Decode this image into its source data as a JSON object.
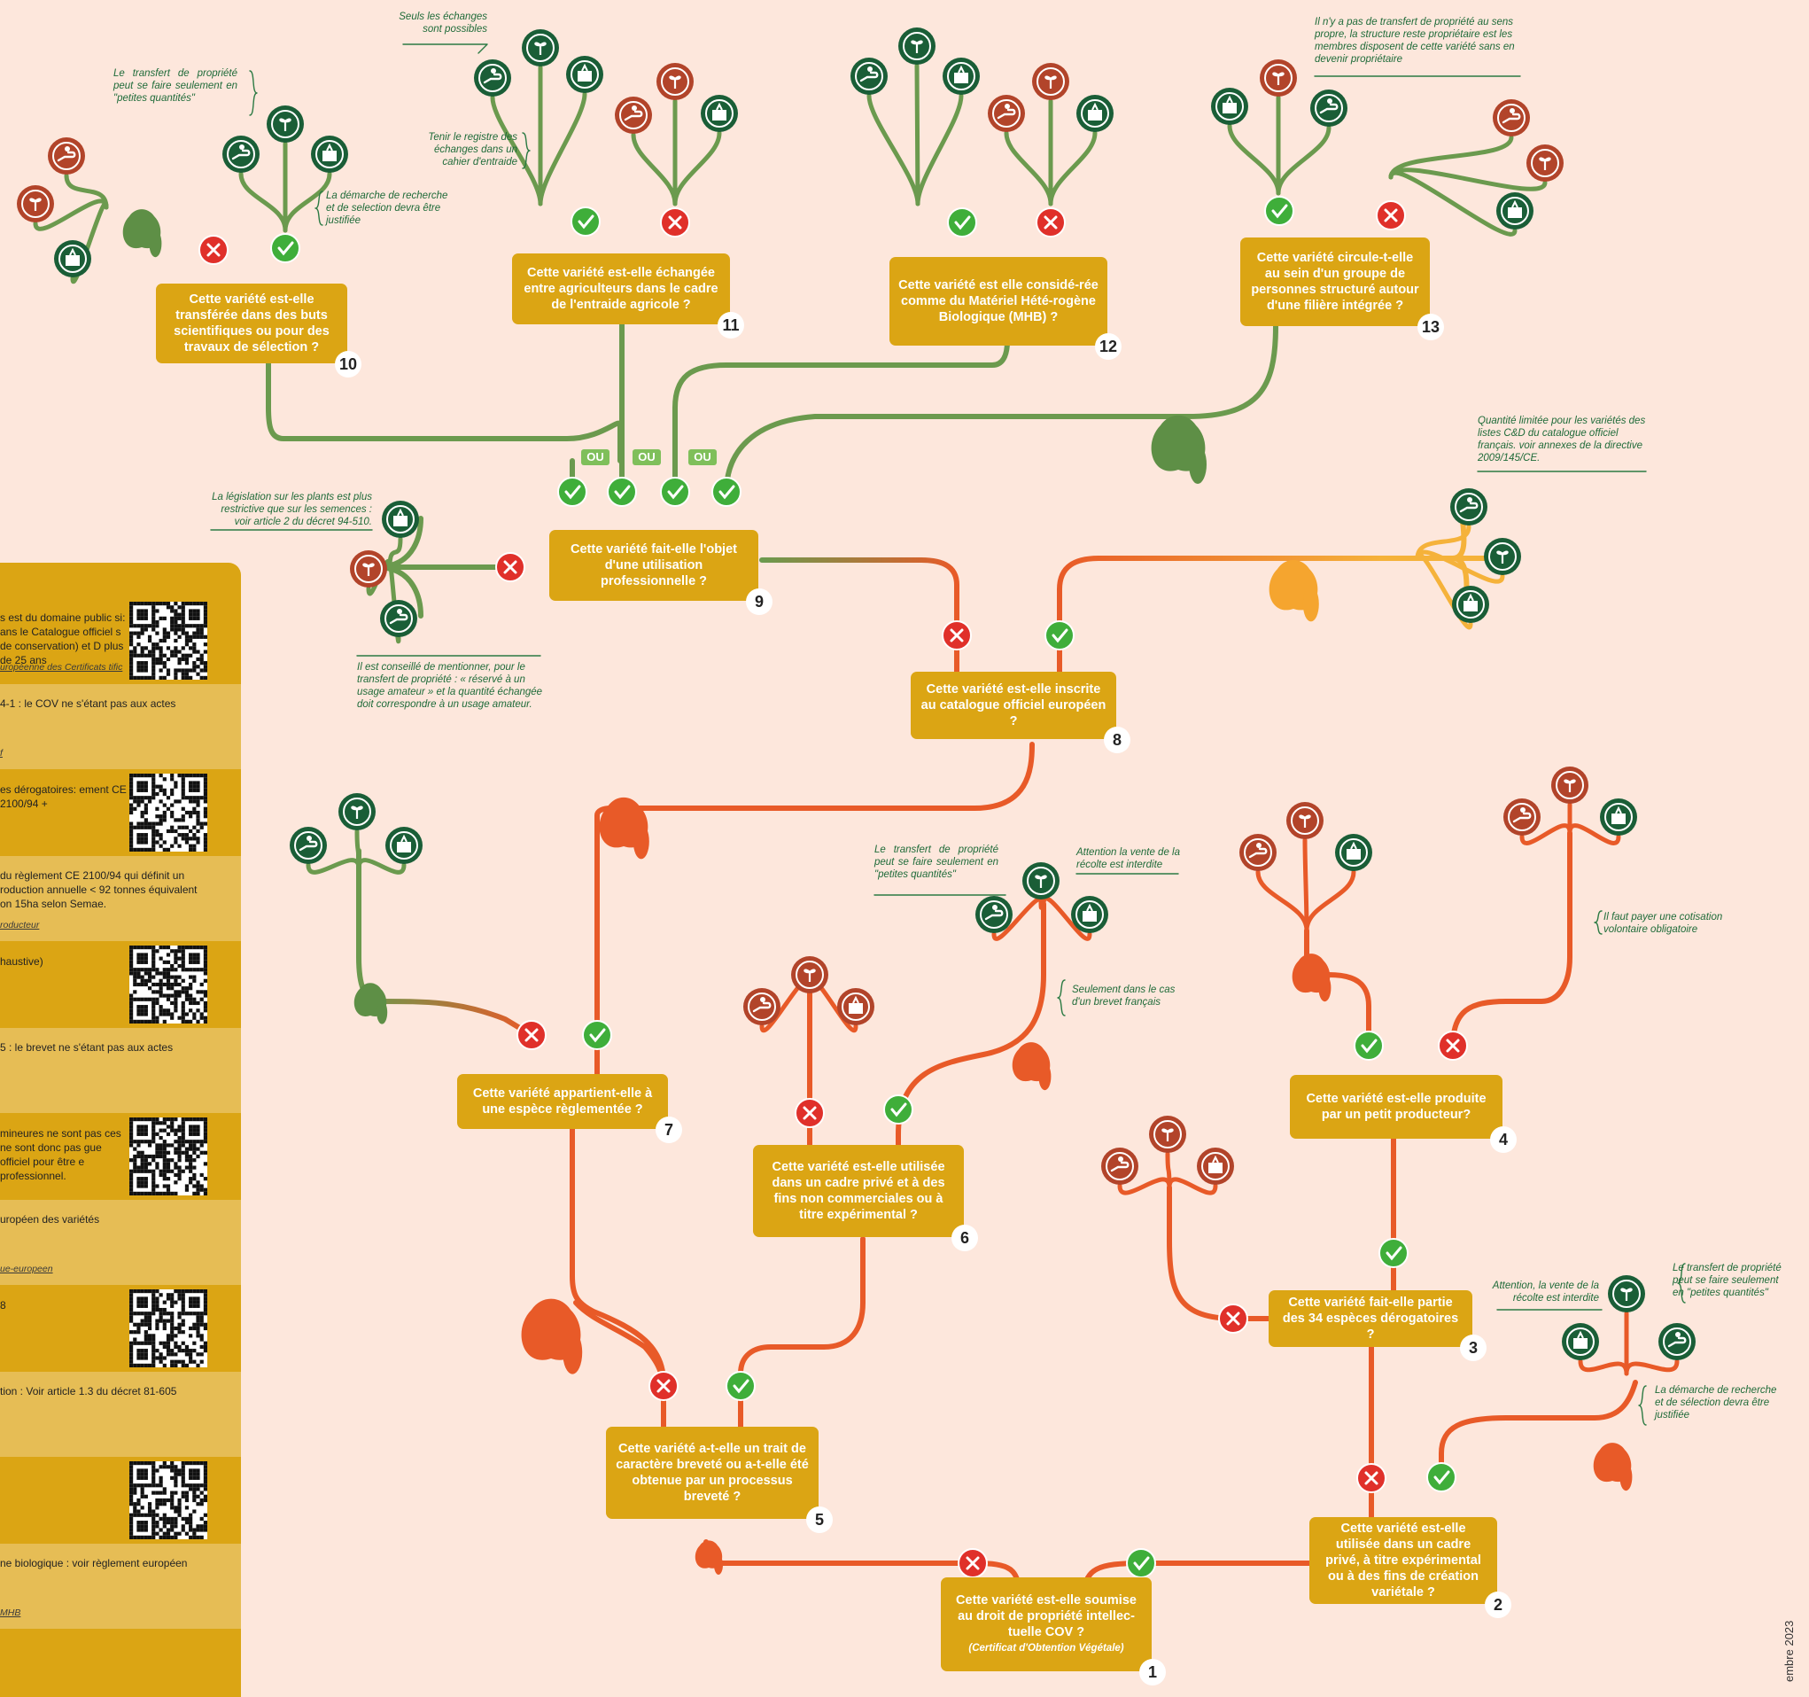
{
  "questions": [
    {
      "num": "1",
      "text": "Cette variété est-elle soumise au droit de propriété intellec-tuelle COV ?",
      "sub": "(Certificat d'Obtention Végétale)"
    },
    {
      "num": "2",
      "text": "Cette variété est-elle utilisée dans un cadre privé, à titre expérimental ou à des fins de création variétale ?",
      "sub": ""
    },
    {
      "num": "3",
      "text": "Cette variété fait-elle partie des 34 espèces dérogatoires ?",
      "sub": ""
    },
    {
      "num": "4",
      "text": "Cette variété est-elle produite par un petit producteur?",
      "sub": ""
    },
    {
      "num": "5",
      "text": "Cette variété a-t-elle un trait de caractère breveté ou a-t-elle été obtenue par un processus breveté ?",
      "sub": ""
    },
    {
      "num": "6",
      "text": "Cette variété est-elle utilisée dans un cadre privé et à des fins non commerciales ou à titre expérimental ?",
      "sub": ""
    },
    {
      "num": "7",
      "text": "Cette variété appartient-elle à une espèce règlementée ?",
      "sub": ""
    },
    {
      "num": "8",
      "text": "Cette variété est-elle inscrite au catalogue officiel européen ?",
      "sub": ""
    },
    {
      "num": "9",
      "text": "Cette variété fait-elle l'objet d'une utilisation professionnelle ?",
      "sub": ""
    },
    {
      "num": "10",
      "text": "Cette variété est-elle transférée dans des buts scientifiques ou pour des travaux de sélection ?",
      "sub": ""
    },
    {
      "num": "11",
      "text": "Cette variété est-elle échangée entre agriculteurs dans le cadre de l'entraide agricole ?",
      "sub": ""
    },
    {
      "num": "12",
      "text": "Cette variété est elle considé-rée comme du Matériel Hété-rogène Biologique (MHB) ?",
      "sub": ""
    },
    {
      "num": "13",
      "text": "Cette variété circule-t-elle au sein d'un groupe de personnes structuré autour d'une filière intégrée ?",
      "sub": ""
    }
  ],
  "ou_label": "OU",
  "notes": {
    "n1": "Seuls les échanges sont possibles",
    "n2": "Le transfert de propriété peut se faire seulement en \"petites quantités\"",
    "n3": "La démarche de recherche et de selection devra être justifiée",
    "n4": "Tenir le registre des échanges dans un cahier d'entraide",
    "n5": "Il n'y a pas de transfert de propriété au sens propre, la structure reste propriétaire est les membres disposent de cette variété sans en devenir propriétaire",
    "n6": "La législation sur les plants est plus restrictive que sur les semences : voir article 2 du décret 94-510.",
    "n7": "Il est conseillé de mentionner, pour le transfert de propriété : « réservé à un usage amateur » et la quantité échangée doit correspondre à un usage amateur.",
    "n8": "Quantité limitée pour les variétés des listes C&D du catalogue officiel français. voir annexes de la directive 2009/145/CE.",
    "n9": "Le transfert de propriété peut se faire seulement en \"petites quantités\"",
    "n10": "Attention la vente de la récolte est interdite",
    "n11": "Seulement dans le cas d'un brevet français",
    "n12": "Il faut payer une cotisation volontaire obligatoire",
    "n13": "Attention, la vente de la récolte est interdite",
    "n14": "Le transfert de propriété peut se faire seulement en \"petites quantités\"",
    "n15": "La démarche de recherche et de sélection devra être justifiée"
  },
  "panel": [
    {
      "text": "s est du domaine public si: ans le Catalogue officiel  s de conservation) et D  plus de 25 ans",
      "link": "uropéenne des Certificats tific",
      "qr": true
    },
    {
      "text": "4-1 : le COV ne s'étant pas aux actes",
      "link": "f",
      "qr": false
    },
    {
      "text": "es dérogatoires: ement CE 2100/94 +",
      "link": "",
      "qr": true
    },
    {
      "text": "du règlement CE 2100/94 qui définit un roduction annuelle < 92 tonnes équivalent on 15ha selon Semae.",
      "link": "roducteur",
      "qr": false
    },
    {
      "text": "haustive)",
      "link": "",
      "qr": true
    },
    {
      "text": "5 : le brevet ne s'étant pas aux actes",
      "link": "",
      "qr": false
    },
    {
      "text": "mineures ne sont pas ces ne sont donc pas gue officiel pour être e professionnel.",
      "link": "",
      "qr": true
    },
    {
      "text": "uropéen des variétés",
      "link": "ue-europeen",
      "qr": false
    },
    {
      "text": "8",
      "link": "",
      "qr": true
    },
    {
      "text": "tion : Voir article 1.3 du décret 81-605",
      "link": "",
      "qr": false
    },
    {
      "text": "",
      "link": "",
      "qr": true
    },
    {
      "text": "ne biologique : voir règlement européen",
      "link": "MHB",
      "qr": false
    }
  ],
  "footer_date": "embre 2023",
  "colors": {
    "background": "#fde7dc",
    "box": "#dba514",
    "green_line": "#6b9a4e",
    "orange_line": "#e85a28",
    "yellow_line": "#f5b23a",
    "check": "#3fae3a",
    "cross": "#e0302a",
    "dark_green": "#1a5e37",
    "brown": "#b2442a"
  },
  "icons": [
    "give-hand-icon",
    "seedling-icon",
    "box-icon"
  ]
}
